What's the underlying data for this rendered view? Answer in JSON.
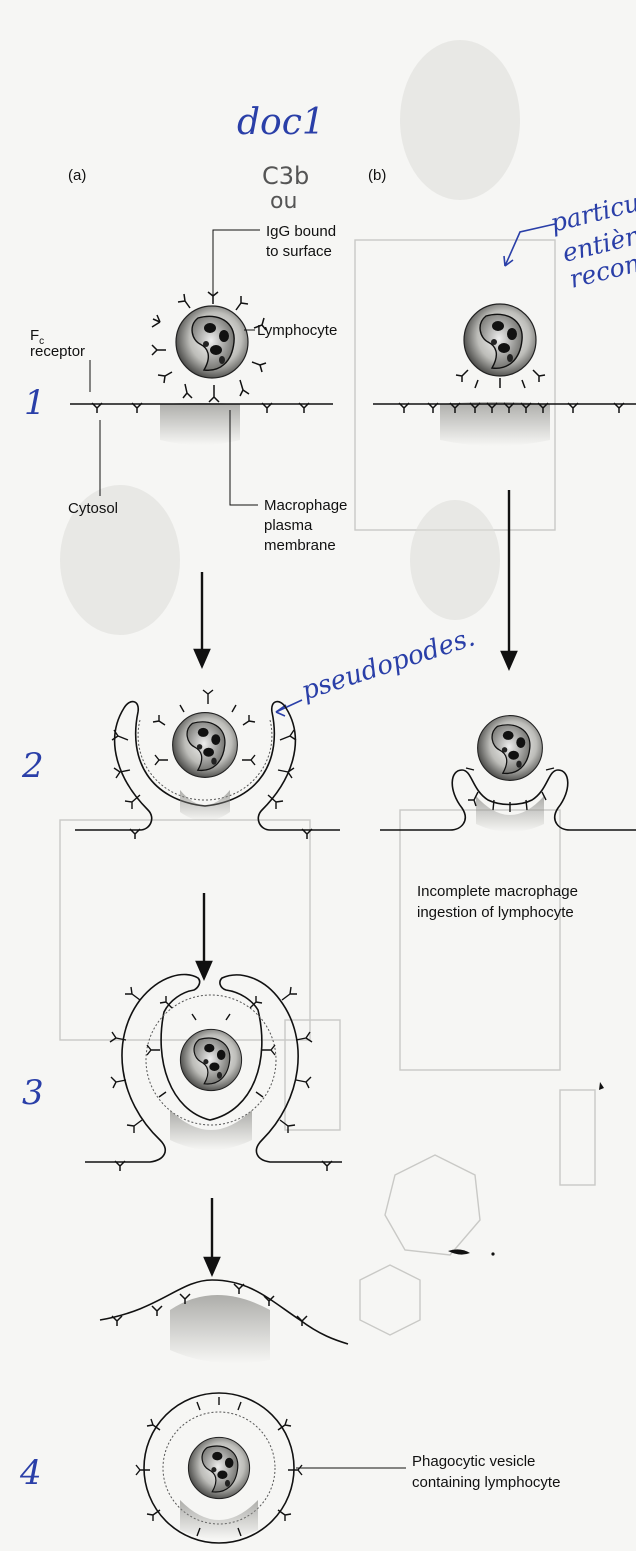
{
  "handwritten": {
    "doc_title": "doc1",
    "c3b": "C3b",
    "ou": "ou",
    "particle_note": [
      "particule",
      "entière",
      "reconnue"
    ],
    "pseudopods": "pseudopodes.",
    "step_numbers": [
      "1",
      "2",
      "3",
      "4"
    ]
  },
  "panels": {
    "a": "(a)",
    "b": "(b)"
  },
  "labels": {
    "igg": [
      "IgG bound",
      "to surface"
    ],
    "fc": "F",
    "fc_sub": "c",
    "receptor": "receptor",
    "lymphocyte": "Lymphocyte",
    "cytosol": "Cytosol",
    "membrane": [
      "Macrophage",
      "plasma",
      "membrane"
    ],
    "incomplete": [
      "Incomplete macrophage",
      "ingestion of lymphocyte"
    ],
    "vesicle": [
      "Phagocytic vesicle",
      "containing lymphocyte"
    ]
  },
  "colors": {
    "ink": "#111111",
    "pen": "#2a3fa8",
    "shade": "#9a9a96"
  }
}
